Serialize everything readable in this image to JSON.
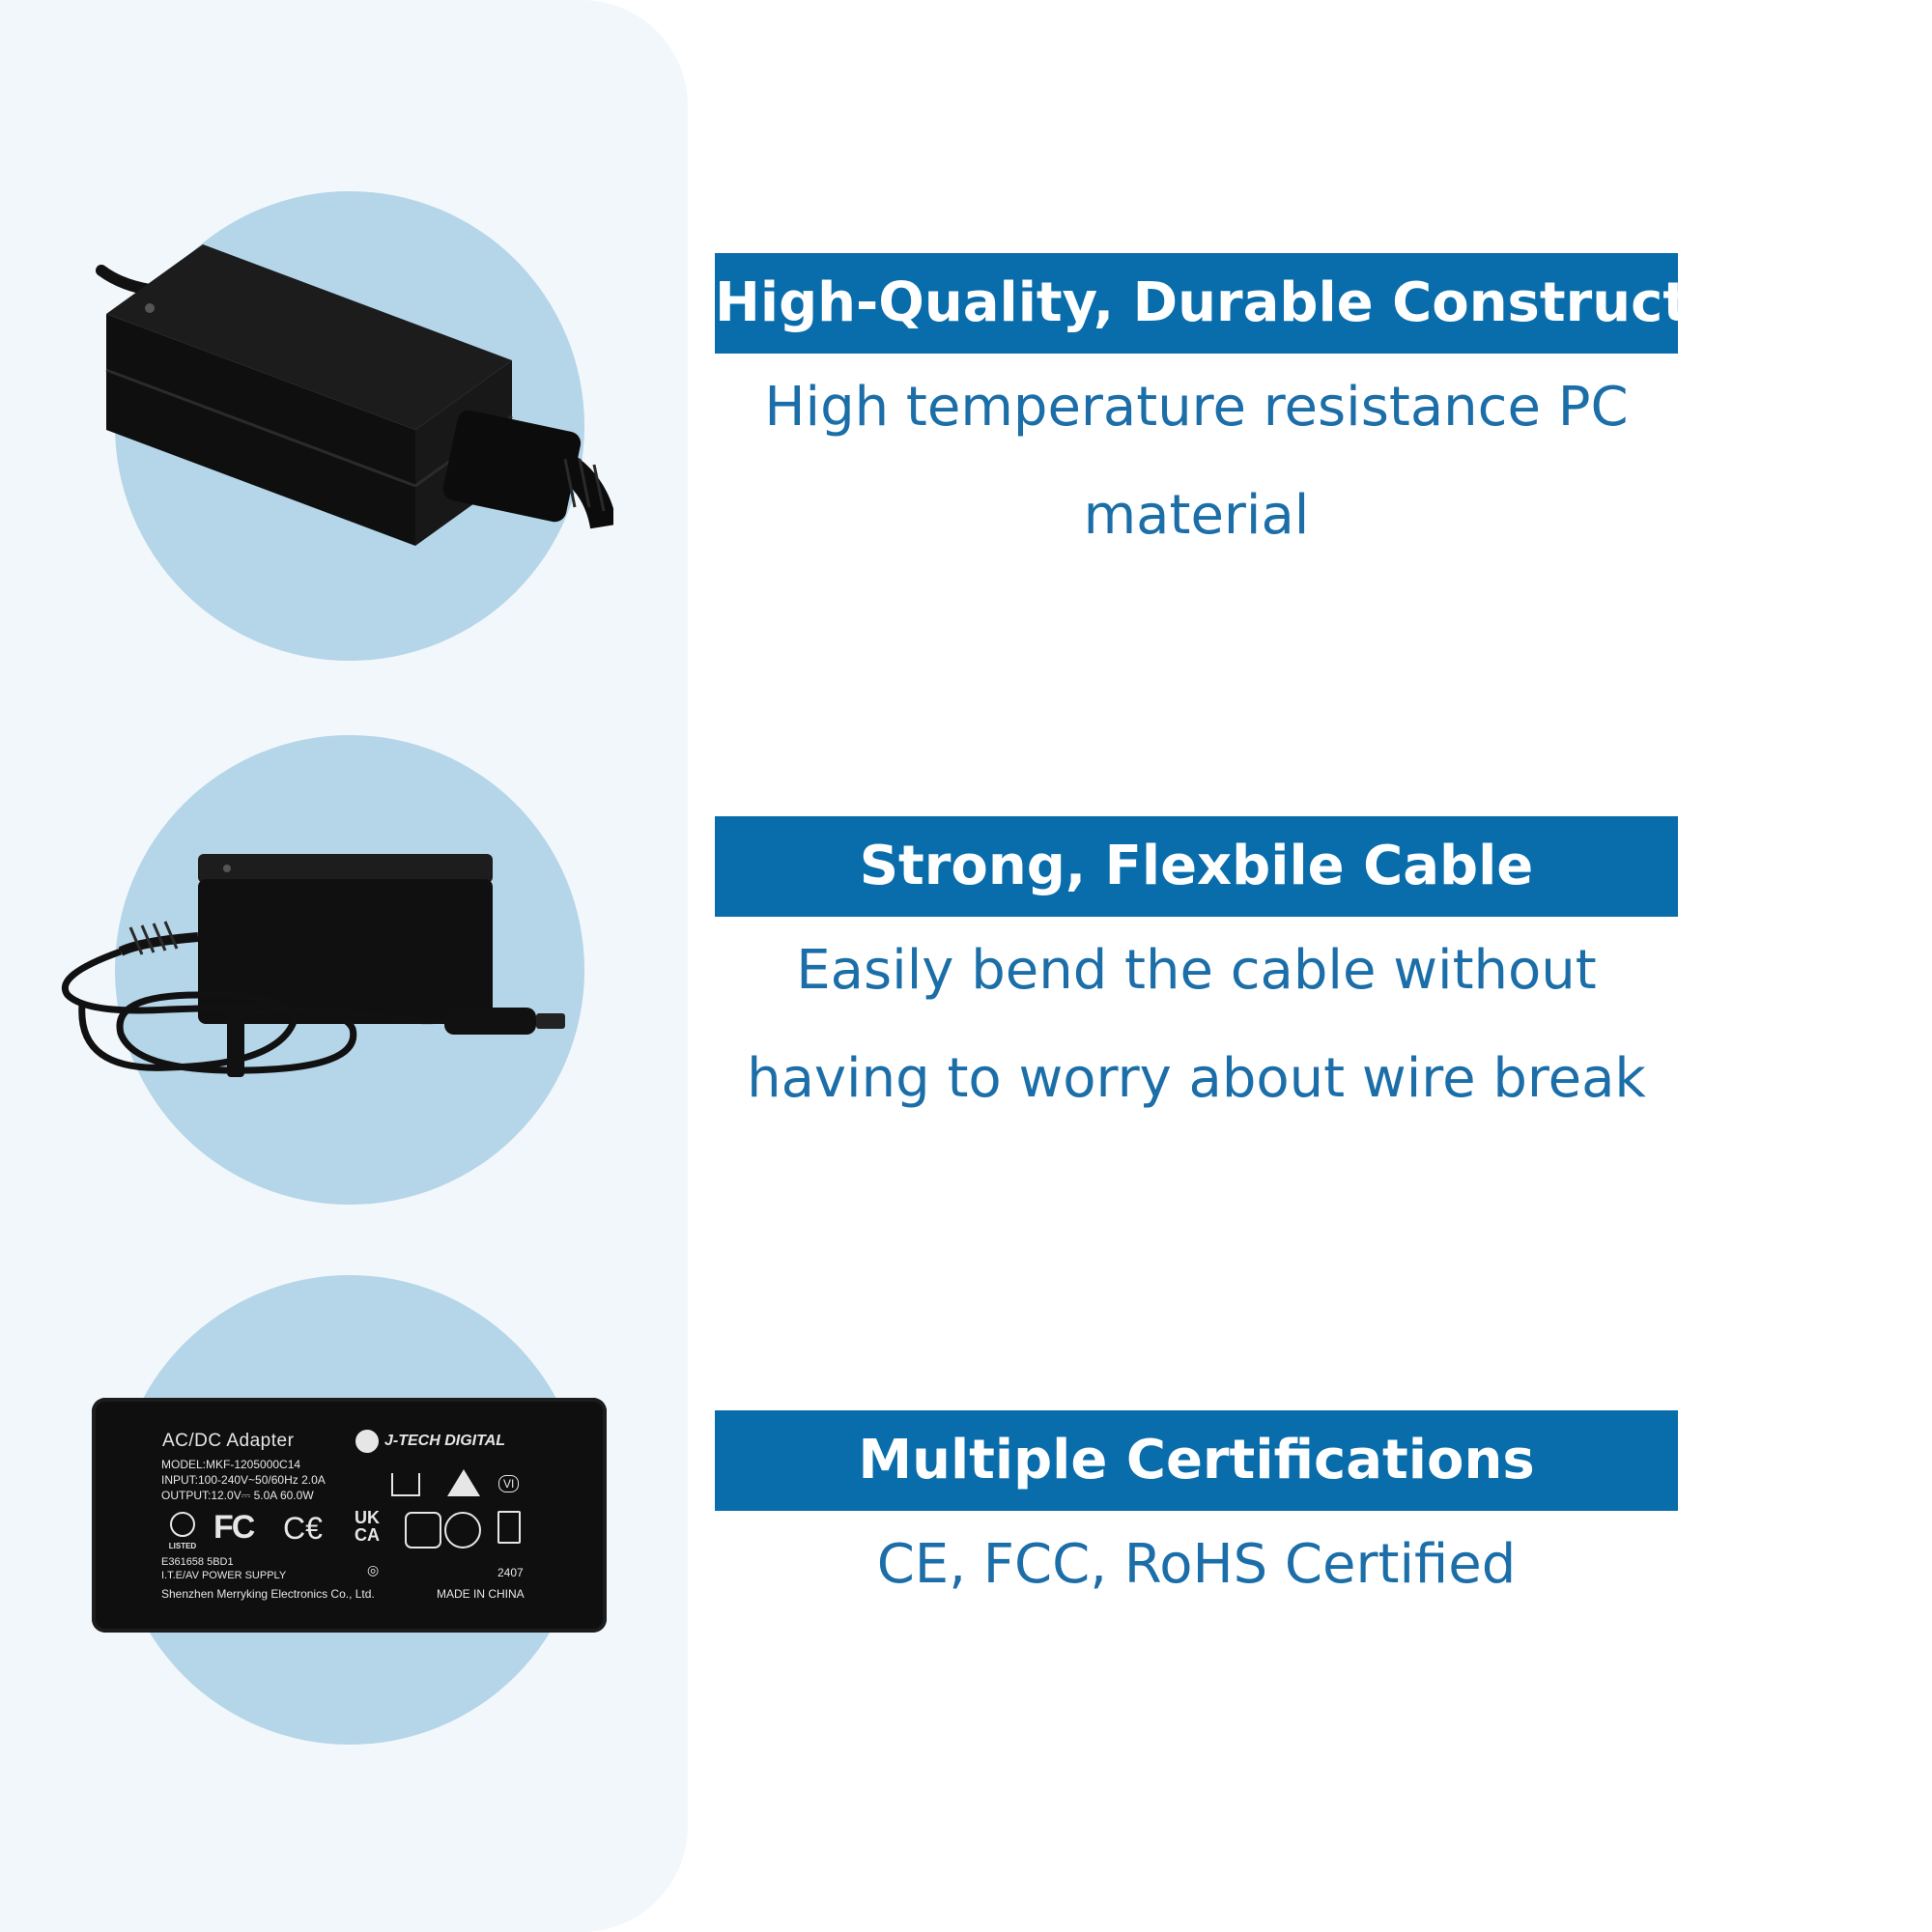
{
  "colors": {
    "panel": "#f1f7fb",
    "circle": "#b5d5e8",
    "title_bg": "#0a6dab",
    "title_text": "#ffffff",
    "desc_text": "#1b6ea8",
    "product_black": "#111111"
  },
  "features": [
    {
      "title": "High-Quality, Durable Construct",
      "desc_line1": "High temperature resistance PC",
      "desc_line2": "material"
    },
    {
      "title": "Strong, Flexbile Cable",
      "desc_line1": "Easily bend the cable without",
      "desc_line2": "having to worry about wire break"
    },
    {
      "title": "Multiple Certifications",
      "desc_line1": "CE, FCC, RoHS Certified"
    }
  ],
  "label": {
    "heading": "AC/DC Adapter",
    "brand": "J-TECH DIGITAL",
    "model": "MODEL:MKF-1205000C14",
    "input": "INPUT:100-240V~50/60Hz 2.0A",
    "output": "OUTPUT:12.0V⎓ 5.0A 60.0W",
    "fc": "FC",
    "ce": "C€",
    "ukca_line1": "UK",
    "ukca_line2": "CA",
    "listed": "LISTED",
    "vi": "VI",
    "file_no": "E361658 5BD1",
    "supply": "I.T.E/AV POWER SUPPLY",
    "date_code": "2407",
    "maker": "Shenzhen Merryking Electronics Co., Ltd.",
    "origin": "MADE IN CHINA"
  }
}
